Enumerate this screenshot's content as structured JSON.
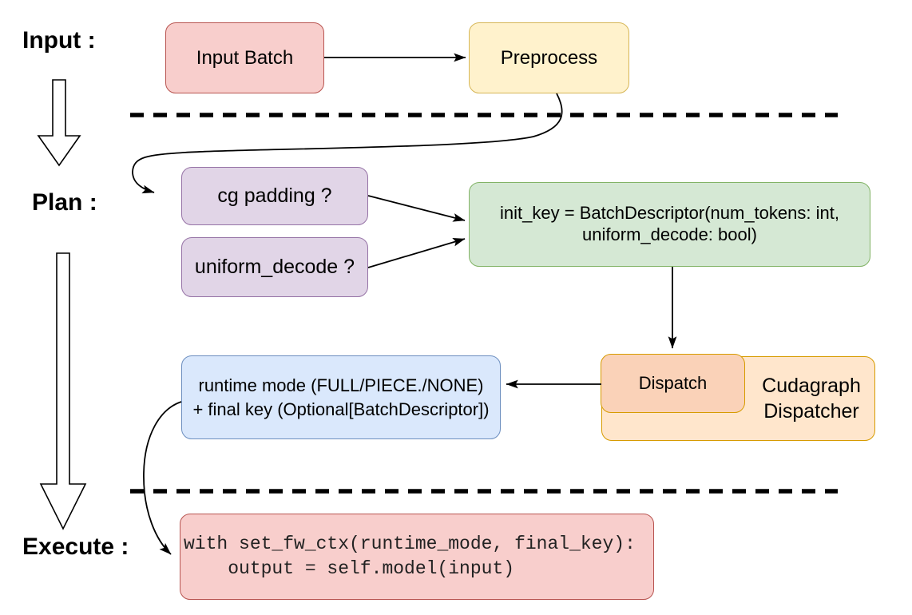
{
  "sections": {
    "input_label": "Input :",
    "plan_label": "Plan :",
    "execute_label": "Execute :"
  },
  "nodes": {
    "input_batch": {
      "label": "Input Batch",
      "fill": "#F8CECC",
      "stroke": "#B85450"
    },
    "preprocess": {
      "label": "Preprocess",
      "fill": "#FFF2CC",
      "stroke": "#D6B656"
    },
    "cg_padding": {
      "label": "cg padding ?",
      "fill": "#E1D5E7",
      "stroke": "#9673A6"
    },
    "uniform_decode": {
      "label": "uniform_decode ?",
      "fill": "#E1D5E7",
      "stroke": "#9673A6"
    },
    "init_key": {
      "label": "init_key = BatchDescriptor(num_tokens: int, uniform_decode: bool)",
      "fill": "#D5E8D4",
      "stroke": "#82B366"
    },
    "dispatch": {
      "label": "Dispatch",
      "fill": "#FAD2B8",
      "stroke": "#D79B00"
    },
    "cudagraph_dispatcher": {
      "label": "Cudagraph Dispatcher",
      "fill": "#FFE6CC",
      "stroke": "#D79B00"
    },
    "runtime_mode": {
      "line1": "runtime mode (FULL/PIECE./NONE)",
      "line2": "+ final key (Optional[BatchDescriptor])",
      "fill": "#DAE8FC",
      "stroke": "#6C8EBF"
    },
    "execute_code": {
      "line1": "with set_fw_ctx(runtime_mode, final_key):",
      "line2": "    output = self.model(input)",
      "fill": "#F8CECC",
      "stroke": "#B85450"
    }
  },
  "edges": [
    {
      "from": "input_batch",
      "to": "preprocess"
    },
    {
      "from": "preprocess",
      "to": "cg_padding"
    },
    {
      "from": "cg_padding",
      "to": "init_key"
    },
    {
      "from": "uniform_decode",
      "to": "init_key"
    },
    {
      "from": "init_key",
      "to": "dispatch"
    },
    {
      "from": "dispatch",
      "to": "runtime_mode"
    },
    {
      "from": "runtime_mode",
      "to": "execute_code"
    }
  ],
  "colors": {
    "arrow": "#000000",
    "divider": "#000000",
    "background": "#ffffff"
  }
}
